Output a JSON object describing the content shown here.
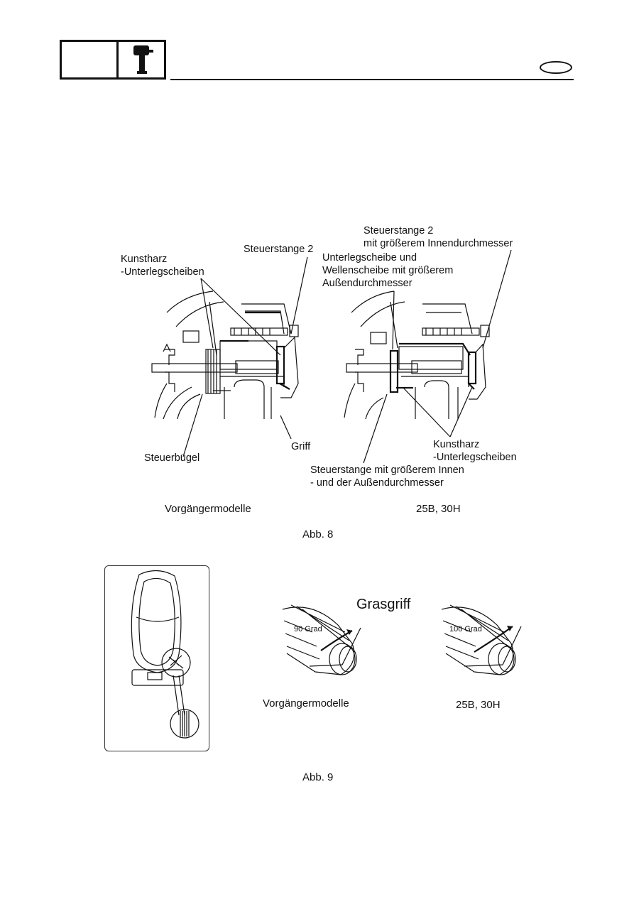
{
  "header": {
    "icon": "outboard-motor-icon",
    "language_badge": ""
  },
  "figure8": {
    "labels": {
      "kunstharz_left_1": "Kunstharz",
      "kunstharz_left_2": "-Unterlegscheiben",
      "steuerstange2_left": "Steuerstange 2",
      "steuerstange2_right_1": "Steuerstange 2",
      "steuerstange2_right_2": "mit größerem Innendurchmesser",
      "unterleg_1": "Unterlegscheibe und",
      "unterleg_2": "Wellenscheibe mit größerem",
      "unterleg_3": "Außendurchmesser",
      "steuerbuegel": "Steuerbügel",
      "griff": "Griff",
      "kunstharz_right_1": "Kunstharz",
      "kunstharz_right_2": "-Unterlegscheiben",
      "steuerstange_gross_1": "Steuerstange mit größerem Innen",
      "steuerstange_gross_2": "- und der Außendurchmesser"
    },
    "caption_left": "Vorgängermodelle",
    "caption_right": "25B, 30H",
    "figure_label": "Abb. 8"
  },
  "figure9": {
    "title": "Grasgriff",
    "angle_left": "90 Grad",
    "angle_right": "100 Grad",
    "caption_left": "Vorgängermodelle",
    "caption_right": "25B, 30H",
    "figure_label": "Abb. 9"
  }
}
